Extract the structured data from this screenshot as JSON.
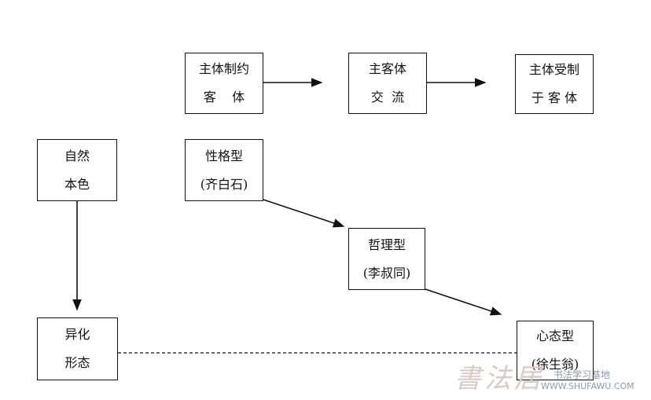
{
  "nodes": {
    "subject_restricts_object": {
      "line1": "主体制约",
      "line2": "客    体"
    },
    "subject_object_exchange": {
      "line1": "主客体",
      "line2": "交  流"
    },
    "subject_restricted_by_object": {
      "line1": "主体受制",
      "line2": "于 客 体"
    },
    "natural_character": {
      "line1": "自然",
      "line2": "本色"
    },
    "alienated_form": {
      "line1": "异化",
      "line2": "形态"
    },
    "temperament_type": {
      "line1": "性格型",
      "line2": "(齐白石)"
    },
    "philosophical_type": {
      "line1": "哲理型",
      "line2": "(李叔同)"
    },
    "mental_state_type": {
      "line1": "心态型",
      "line2": "(徐生翁)"
    }
  },
  "watermark": {
    "script": "書法居",
    "cn": "书法学习基地",
    "url": "WWW.SHUFAWU.COM"
  },
  "colors": {
    "line": "#111111",
    "watermark_script": "#d9c9c9",
    "watermark_text": "#8a9bb0"
  }
}
